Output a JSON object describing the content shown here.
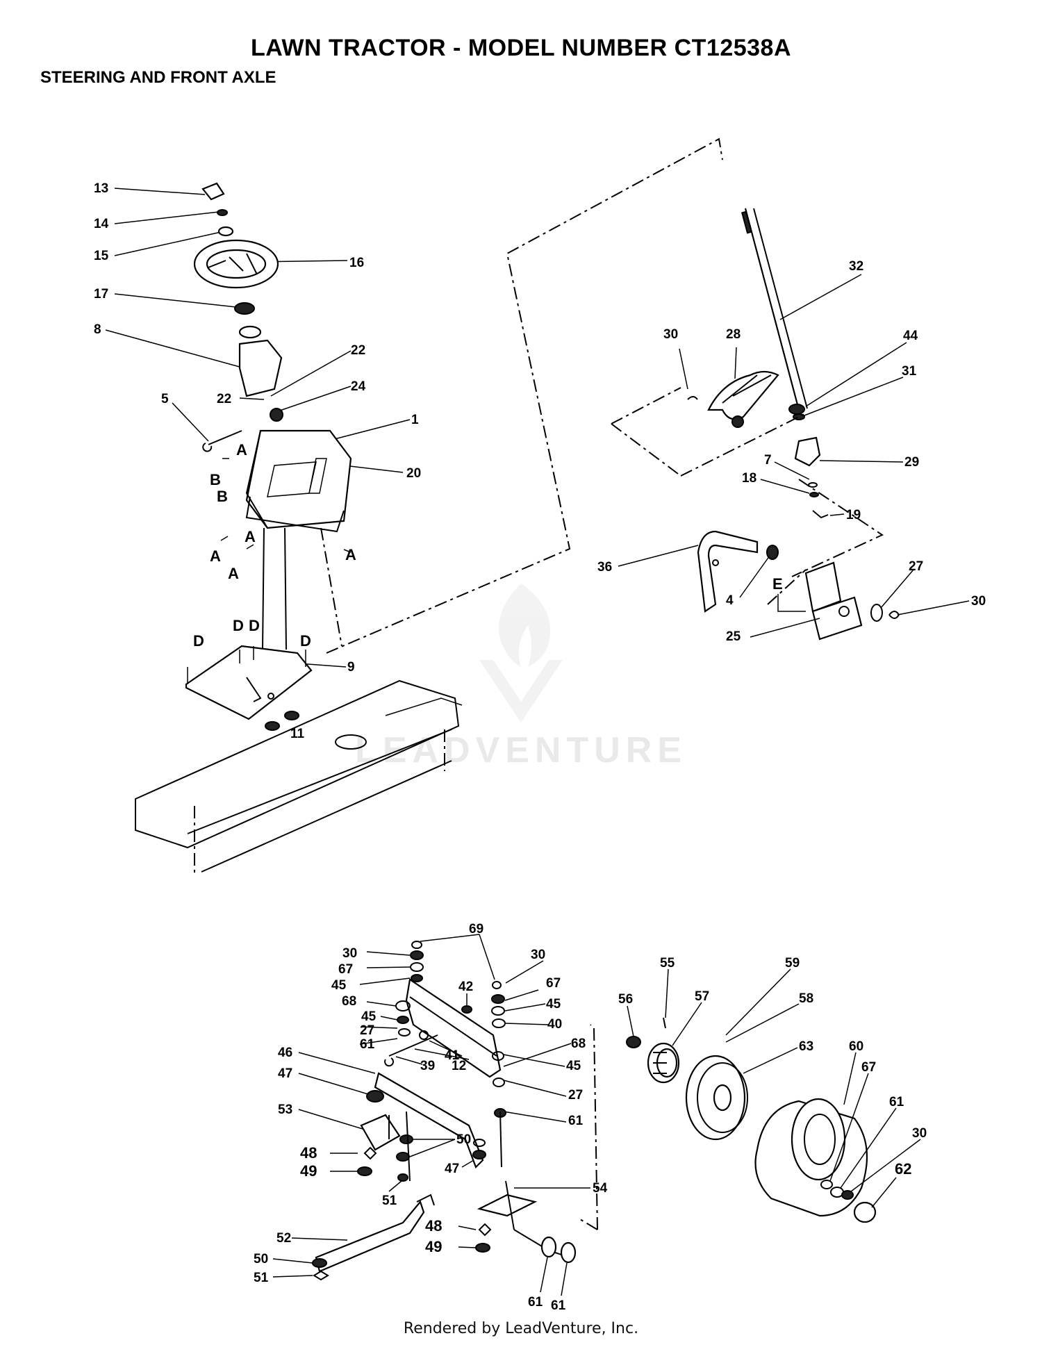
{
  "title": "LAWN TRACTOR - MODEL NUMBER CT12538A",
  "subtitle": "STEERING  AND FRONT AXLE",
  "footer": "Rendered by LeadVenture, Inc.",
  "watermark": "LEADVENTURE",
  "callouts": [
    "13",
    "14",
    "15",
    "16",
    "17",
    "8",
    "22",
    "22",
    "24",
    "5",
    "1",
    "20",
    "A",
    "B",
    "B",
    "A",
    "A",
    "A",
    "A",
    "D",
    "D",
    "D",
    "D",
    "9",
    "11",
    "32",
    "30",
    "28",
    "44",
    "31",
    "29",
    "7",
    "18",
    "19",
    "36",
    "4",
    "E",
    "27",
    "30",
    "25",
    "69",
    "30",
    "30",
    "67",
    "67",
    "45",
    "45",
    "42",
    "68",
    "45",
    "27",
    "61",
    "40",
    "68",
    "41",
    "45",
    "12",
    "39",
    "27",
    "46",
    "47",
    "61",
    "53",
    "50",
    "48",
    "49",
    "47",
    "51",
    "54",
    "52",
    "48",
    "49",
    "50",
    "51",
    "61",
    "61",
    "55",
    "56",
    "57",
    "59",
    "58",
    "63",
    "60",
    "67",
    "61",
    "30",
    "62"
  ]
}
